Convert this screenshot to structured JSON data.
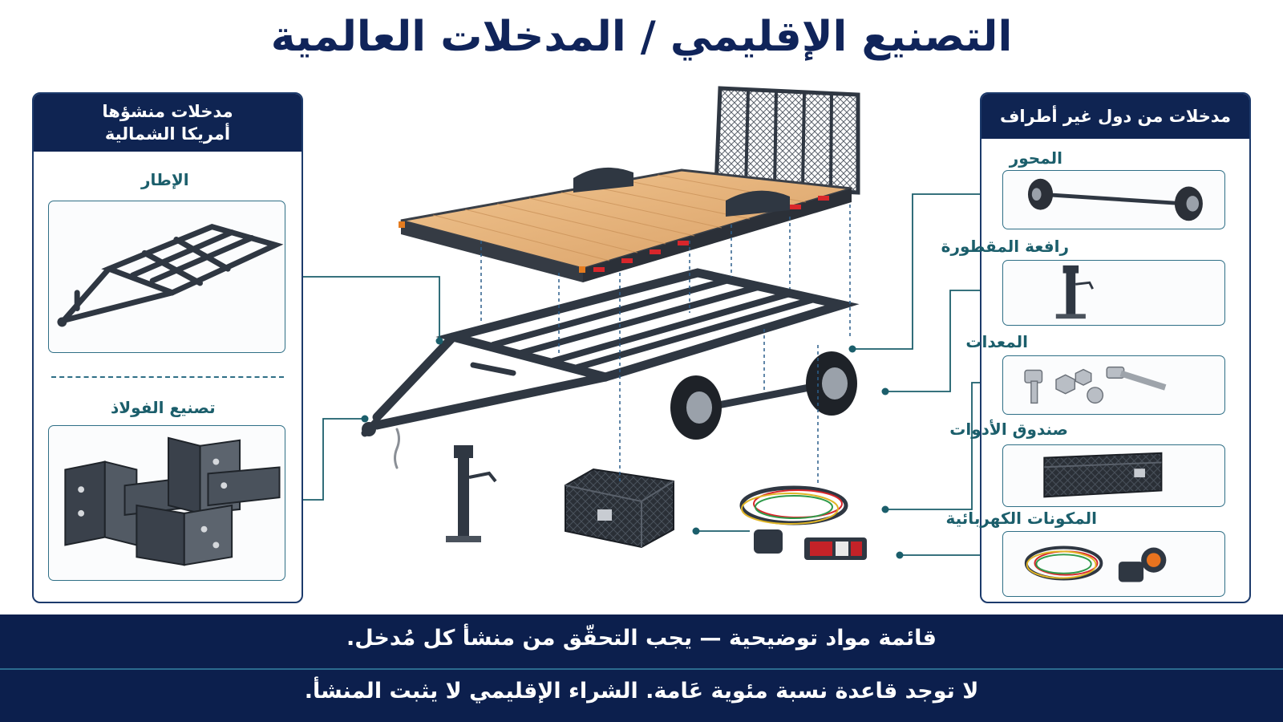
{
  "title": "التصنيع الإقليمي / المدخلات العالمية",
  "left_panel": {
    "header_line1": "مدخلات منشؤها",
    "header_line2": "أمريكا الشمالية",
    "sections": [
      {
        "label": "الإطار",
        "icon": "trailer-frame-icon"
      },
      {
        "label": "تصنيع الفولاذ",
        "icon": "steel-bracket-icon"
      }
    ]
  },
  "right_panel": {
    "header": "مدخلات من دول غير أطراف",
    "sections": [
      {
        "label": "المحور",
        "icon": "axle-icon"
      },
      {
        "label": "رافعة المقطورة",
        "icon": "trailer-jack-icon"
      },
      {
        "label": "المعدات",
        "icon": "bolts-nuts-icon"
      },
      {
        "label": "صندوق الأدوات",
        "icon": "toolbox-icon"
      },
      {
        "label": "المكونات الكهربائية",
        "icon": "wiring-harness-icon"
      }
    ]
  },
  "footer": {
    "line1": "قائمة مواد توضيحية — يجب التحقّق من منشأ كل مُدخل.",
    "line2": "لا توجد قاعدة نسبة مئوية عَامة. الشراء الإقليمي لا يثبت المنشأ."
  },
  "colors": {
    "navy": "#0f2452",
    "teal": "#1b5e6b",
    "steel": "#2f3742",
    "deck": "#e6b47a"
  }
}
